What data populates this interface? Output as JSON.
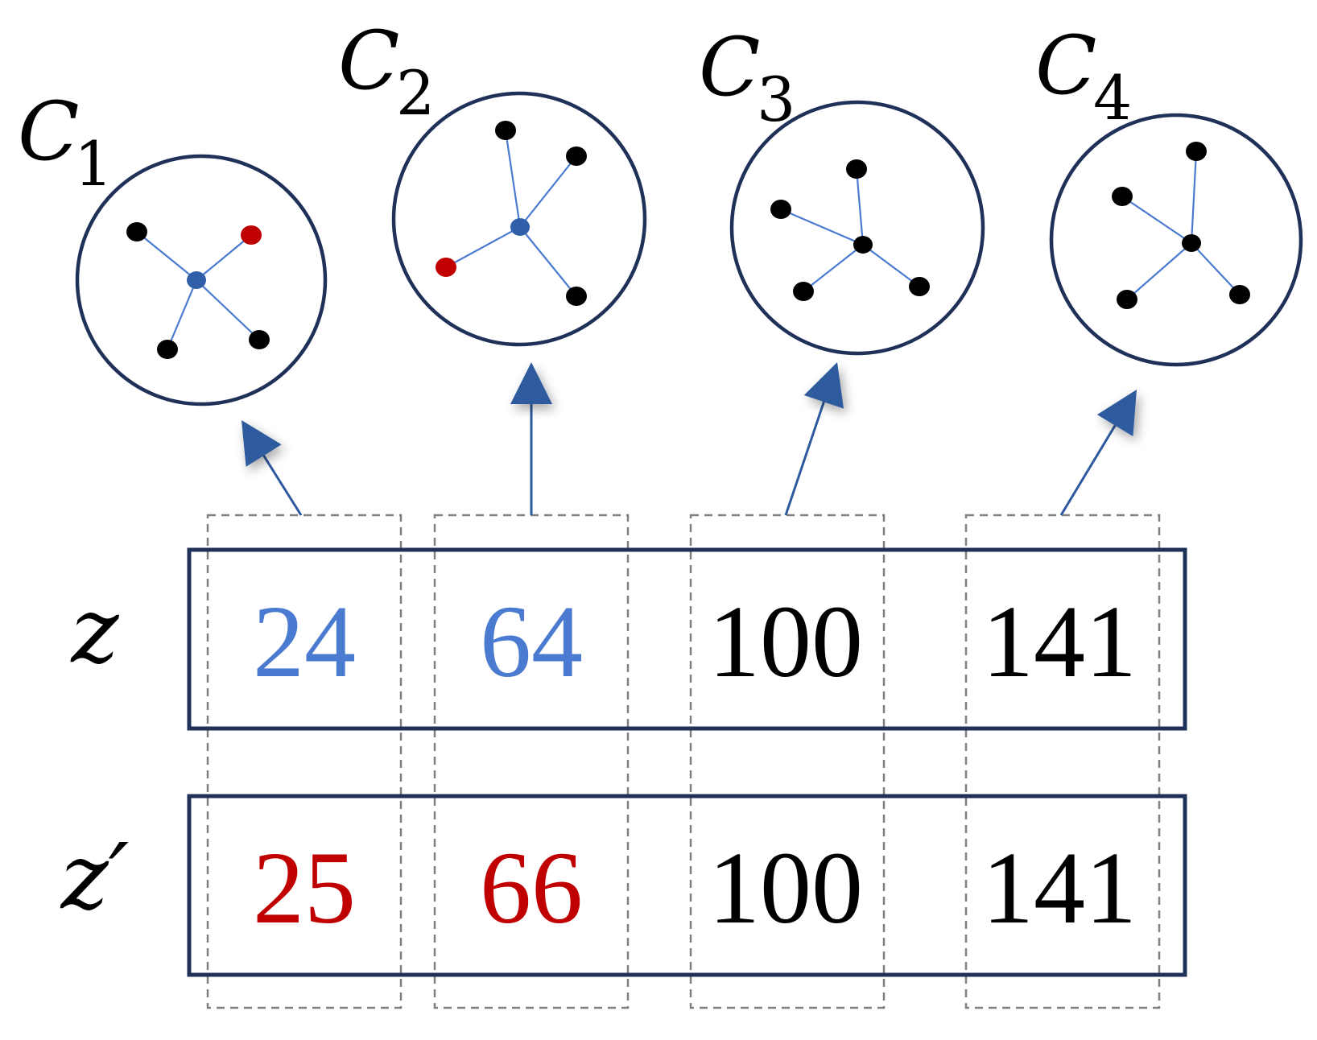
{
  "colors": {
    "frame": "#1f3158",
    "edge": "#4a7bd0",
    "arrow": "#2d5a9e",
    "node": "#000000",
    "center_blue": "#2e5fa8",
    "changed_red": "#c00000",
    "blue_text": "#4a7bd0",
    "red_text": "#c00000",
    "black_text": "#000000",
    "dashed": "#808080"
  },
  "clusters": [
    {
      "letter": "C",
      "subscript": "1",
      "center_color": "center_blue",
      "red_node": true
    },
    {
      "letter": "C",
      "subscript": "2",
      "center_color": "center_blue",
      "red_node": true
    },
    {
      "letter": "C",
      "subscript": "3",
      "center_color": "node",
      "red_node": false
    },
    {
      "letter": "C",
      "subscript": "4",
      "center_color": "node",
      "red_node": false
    }
  ],
  "rows": [
    {
      "label": "z",
      "values": [
        {
          "text": "24",
          "color": "blue_text"
        },
        {
          "text": "64",
          "color": "blue_text"
        },
        {
          "text": "100",
          "color": "black_text"
        },
        {
          "text": "141",
          "color": "black_text"
        }
      ]
    },
    {
      "label": "z′",
      "values": [
        {
          "text": "25",
          "color": "red_text"
        },
        {
          "text": "66",
          "color": "red_text"
        },
        {
          "text": "100",
          "color": "black_text"
        },
        {
          "text": "141",
          "color": "black_text"
        }
      ]
    }
  ]
}
